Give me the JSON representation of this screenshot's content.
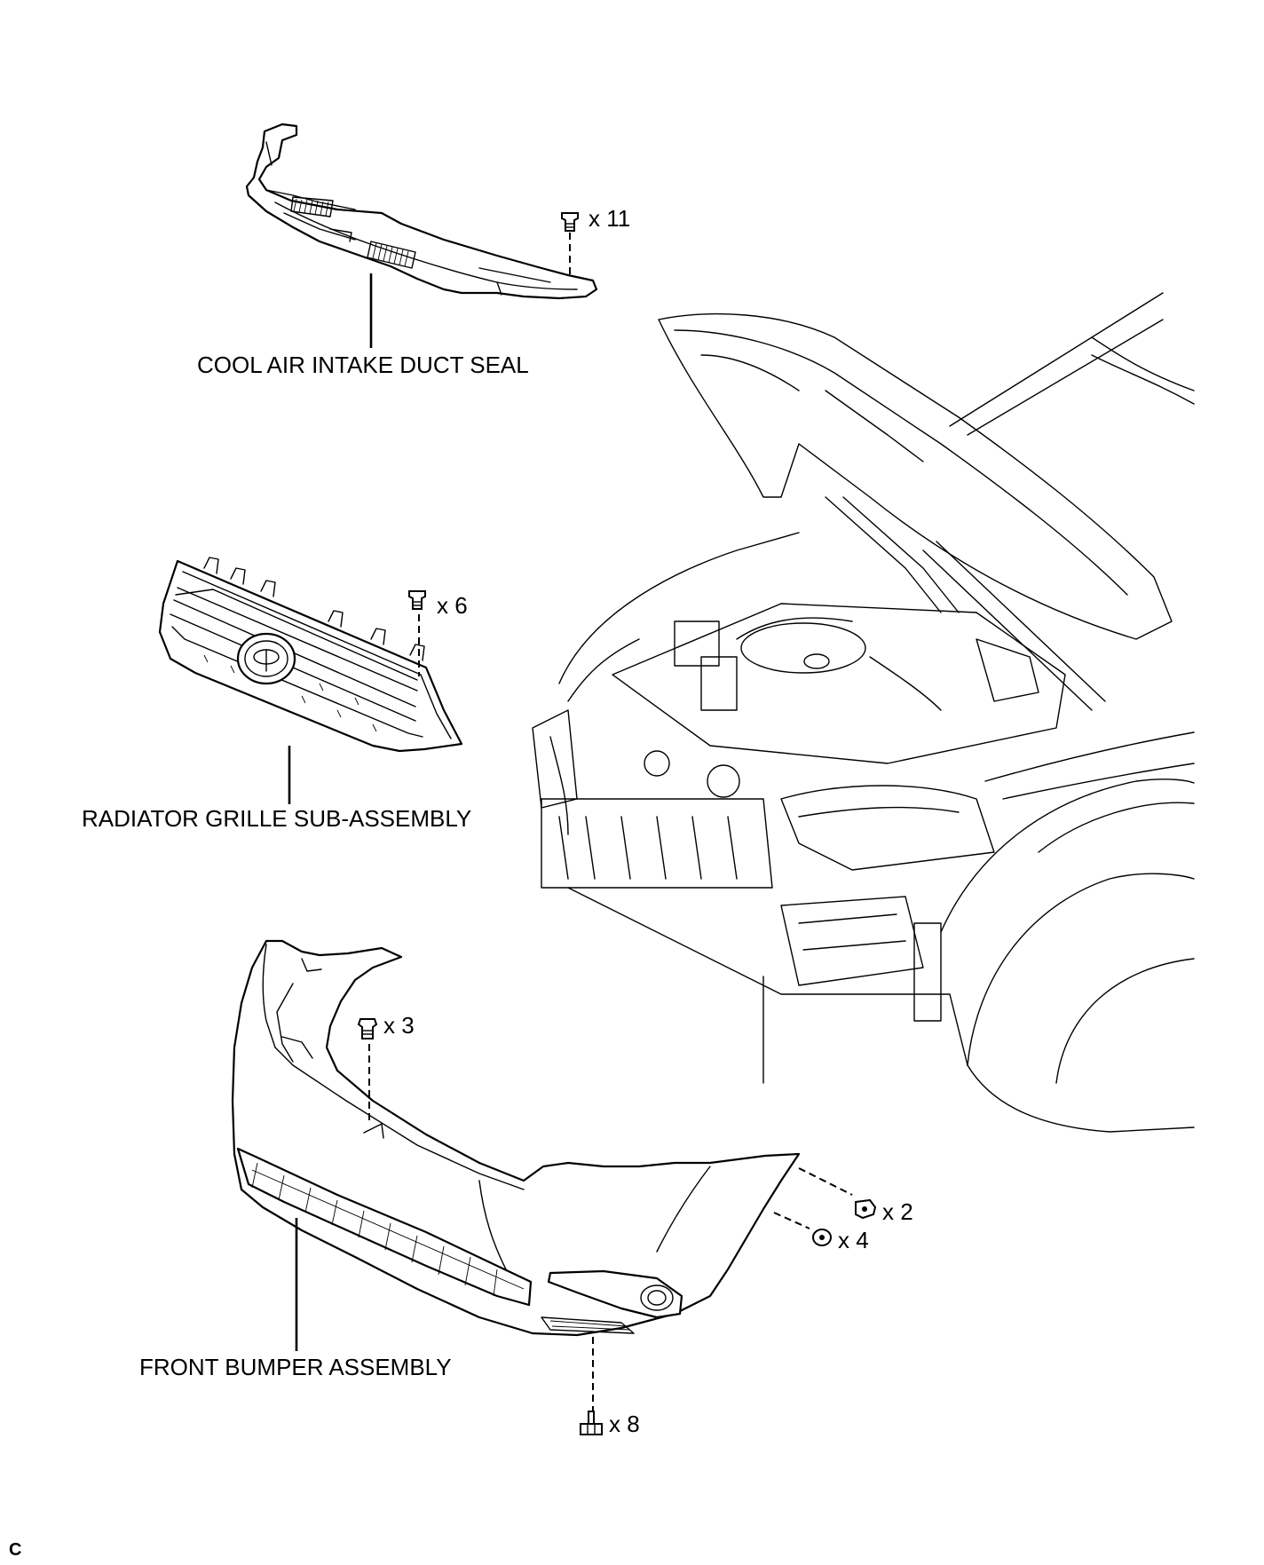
{
  "callouts": {
    "duct_seal": "COOL AIR INTAKE DUCT SEAL",
    "grille": "RADIATOR GRILLE SUB-ASSEMBLY",
    "bumper": "FRONT BUMPER ASSEMBLY"
  },
  "quantities": {
    "duct_seal_clip": "x 11",
    "grille_clip": "x 6",
    "bumper_top_clip": "x 3",
    "bumper_side_screw": "x 2",
    "bumper_side_clip": "x 4",
    "bumper_bottom_bolt": "x 8"
  },
  "corner_mark": "C"
}
